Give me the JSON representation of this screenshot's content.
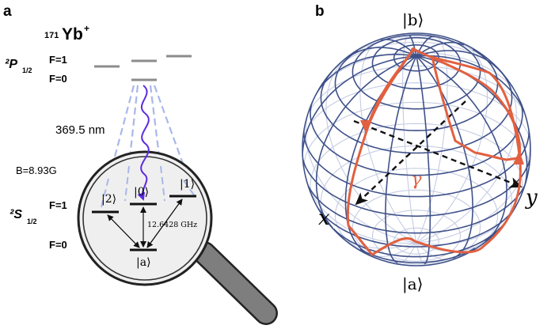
{
  "panel_a": {
    "label": "a",
    "isotope_mass": "171",
    "ion": "Yb",
    "charge": "+",
    "p_term": "²P",
    "p_subscript": "1/2",
    "p_f1": "F=1",
    "p_f0": "F=0",
    "wavelength": "369.5 nm",
    "field": "B=8.93G",
    "s_term": "²S",
    "s_subscript": "1/2",
    "s_f1": "F=1",
    "s_f0": "F=0",
    "ket_2": "|2⟩",
    "ket_0": "|0⟩",
    "ket_1": "|1⟩",
    "ket_a": "|a⟩",
    "splitting": "12.6428 GHz"
  },
  "panel_b": {
    "label": "b",
    "top_ket": "|b⟩",
    "bottom_ket": "|a⟩",
    "axis_x": "x",
    "axis_y": "y",
    "path_label": "γ"
  },
  "colors": {
    "level_gray": "#8c8c8c",
    "laser_blue": "#a9b7ea",
    "emission_purple": "#5a2be0",
    "magnifier_fill": "#efefef",
    "handle_gray": "#7e7e7e",
    "sphere_grid_dark": "#3f5189",
    "sphere_grid_light": "#c5cce2",
    "path_red": "#e2603f"
  }
}
